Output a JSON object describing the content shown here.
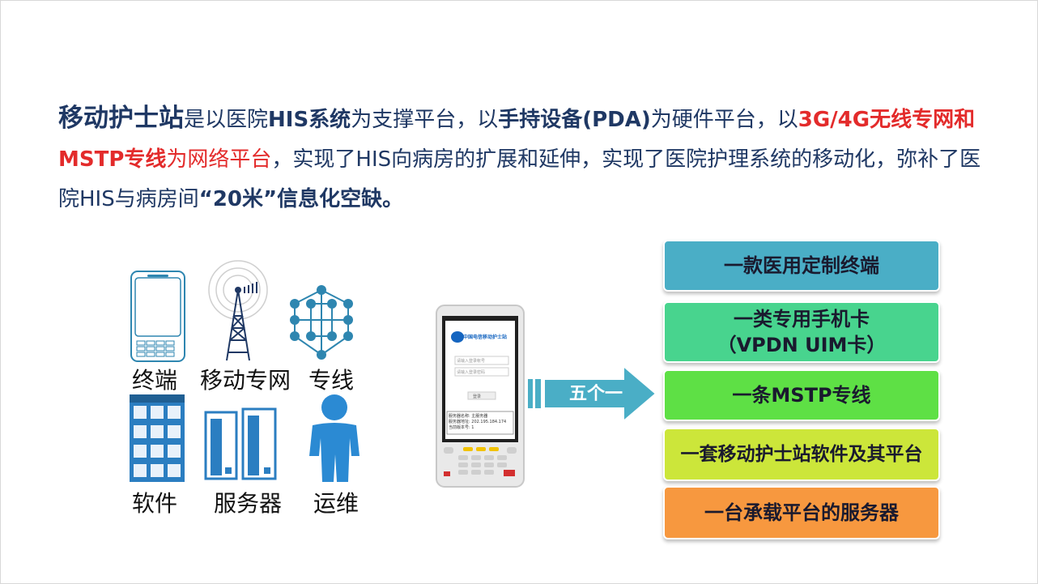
{
  "intro": {
    "s1": "移动护士站",
    "s2": "是以医院",
    "s3": "HIS系统",
    "s4": "为支撑平台，以",
    "s5": "手持设备(PDA)",
    "s6": "为硬件平台，以",
    "s7": "3G/4G无线专网和MSTP专线",
    "s8": "为网络平台",
    "s9": "，实现了HIS向病房的扩展和延伸，实现了医院护理系统的移动化，弥补了医院HIS与病房间",
    "s10": "“20米”信息化空缺。"
  },
  "icons": [
    {
      "label": "终端",
      "icon": "phone-icon"
    },
    {
      "label": "移动专网",
      "icon": "tower-icon"
    },
    {
      "label": "专线",
      "icon": "network-icon"
    },
    {
      "label": "软件",
      "icon": "app-icon"
    },
    {
      "label": "服务器",
      "icon": "server-icon"
    },
    {
      "label": "运维",
      "icon": "person-icon"
    }
  ],
  "arrow": {
    "label": "五个一"
  },
  "items": [
    {
      "text": "一款医用定制终端",
      "color": "#4aaec6"
    },
    {
      "text": "一类专用手机卡\n（VPDN UIM卡）",
      "color": "#48d48e"
    },
    {
      "text": "一条MSTP专线",
      "color": "#5ee045"
    },
    {
      "text": "一套移动护士站软件及其平台",
      "color": "#cce63a"
    },
    {
      "text": "一台承载平台的服务器",
      "color": "#f7983f"
    }
  ],
  "pda": {
    "title": "中国电信移动护士站",
    "field1": "请输入登录帐号",
    "field2": "请输入登录密码",
    "button": "登录",
    "info1": "服务器名称: 主服务器",
    "info2": "服务器地址: 202.195.184.174",
    "info3": "当前版本号: 1"
  }
}
